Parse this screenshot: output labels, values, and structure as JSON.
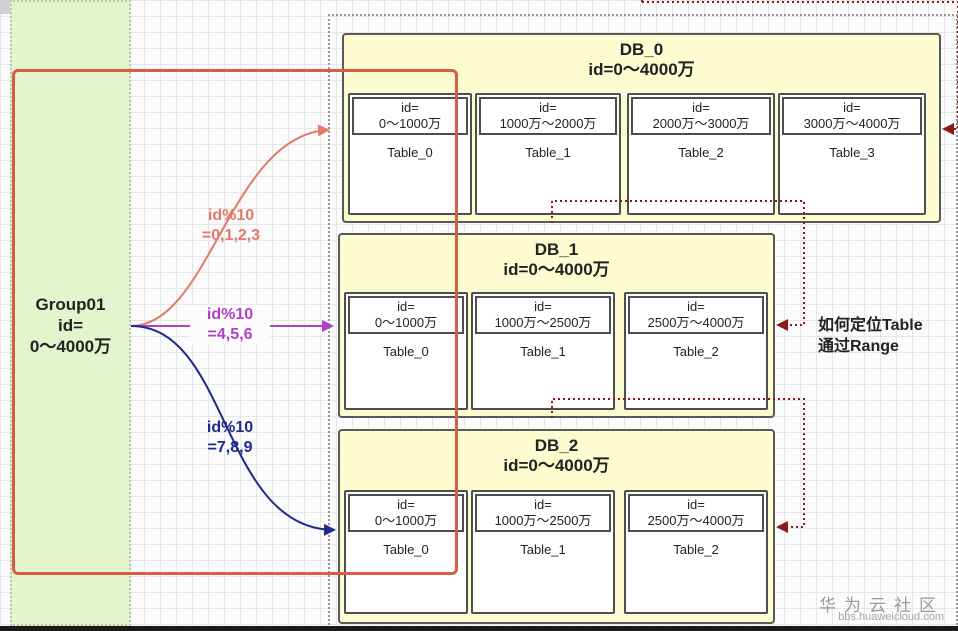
{
  "group": {
    "label": "Group01\nid=\n0～4000万"
  },
  "dbs": [
    {
      "title": "DB_0\nid=0～4000万",
      "tables": [
        {
          "range": "id=\n0～1000万",
          "name": "Table_0"
        },
        {
          "range": "id=\n1000万～2000万",
          "name": "Table_1"
        },
        {
          "range": "id=\n2000万～3000万",
          "name": "Table_2"
        },
        {
          "range": "id=\n3000万～4000万",
          "name": "Table_3"
        }
      ]
    },
    {
      "title": "DB_1\nid=0～4000万",
      "tables": [
        {
          "range": "id=\n0～1000万",
          "name": "Table_0"
        },
        {
          "range": "id=\n1000万～2500万",
          "name": "Table_1"
        },
        {
          "range": "id=\n2500万～4000万",
          "name": "Table_2"
        }
      ]
    },
    {
      "title": "DB_2\nid=0～4000万",
      "tables": [
        {
          "range": "id=\n0～1000万",
          "name": "Table_0"
        },
        {
          "range": "id=\n1000万～2500万",
          "name": "Table_1"
        },
        {
          "range": "id=\n2500万～4000万",
          "name": "Table_2"
        }
      ]
    }
  ],
  "routes": [
    {
      "label": "id%10\n=0,1,2,3",
      "color": "#e07a6a"
    },
    {
      "label": "id%10\n=4,5,6",
      "color": "#b040c8"
    },
    {
      "label": "id%10\n=7,8,9",
      "color": "#1e2a8a"
    }
  ],
  "note": "如何定位Table\n通过Range",
  "colors": {
    "highlight_border": "#d95d45",
    "group_fill": "#e3f5cc",
    "db_fill": "#fdfbd0",
    "dotted_arrow": "#8a1a1a"
  },
  "watermark": {
    "main": "华为云社区",
    "sub": "bbs.huaweicloud.com"
  }
}
